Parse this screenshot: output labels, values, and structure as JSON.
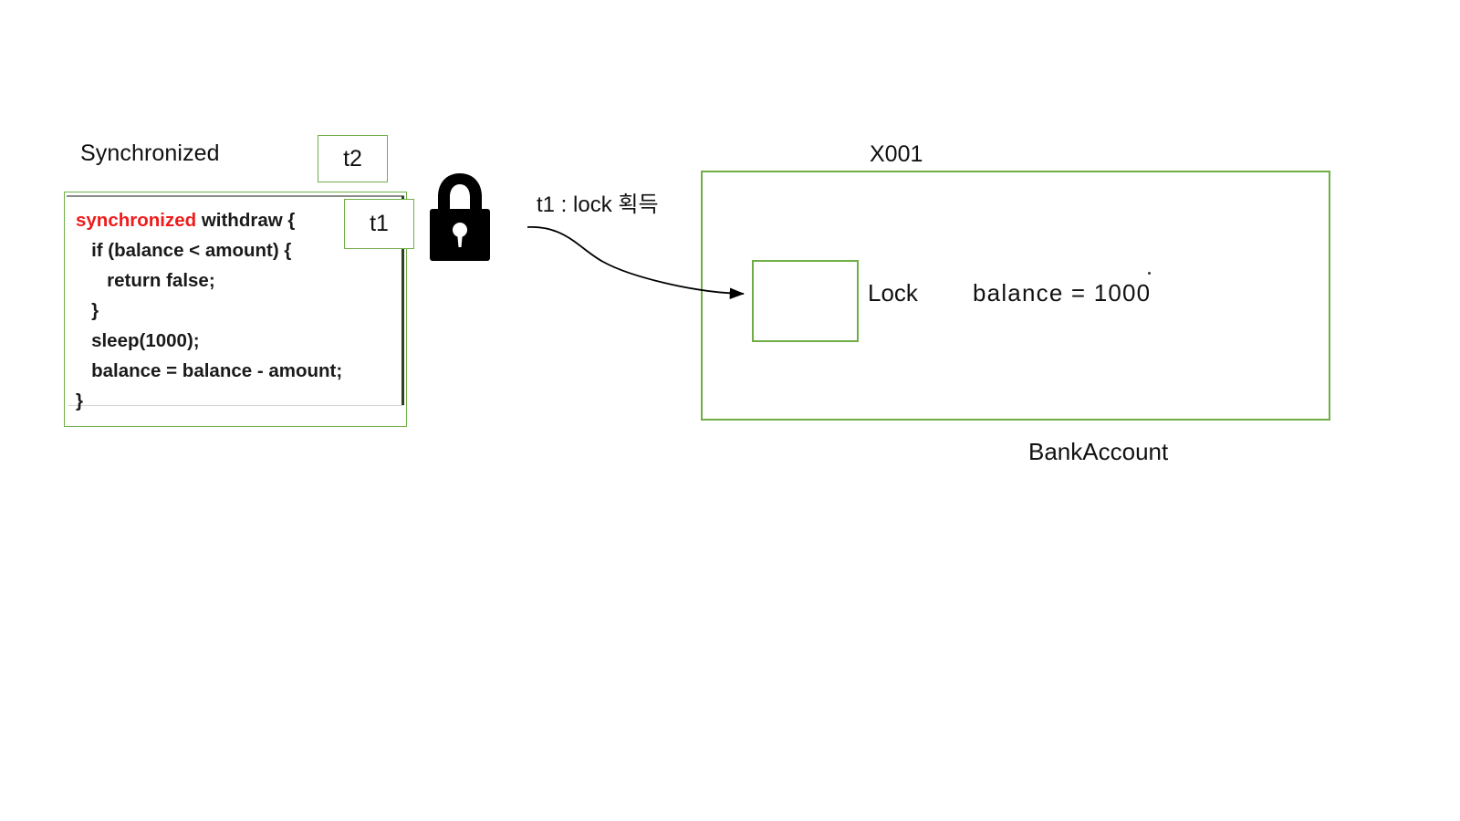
{
  "diagram": {
    "title_left": "Synchronized",
    "code_block": {
      "lines": [
        {
          "keyword": "synchronized",
          "rest": " withdraw {"
        },
        {
          "keyword": "",
          "rest": "   if (balance < amount) {"
        },
        {
          "keyword": "",
          "rest": "      return false;"
        },
        {
          "keyword": "",
          "rest": "   }"
        },
        {
          "keyword": "",
          "rest": "   sleep(1000);"
        },
        {
          "keyword": "",
          "rest": "   balance = balance - amount;"
        },
        {
          "keyword": "",
          "rest": "}"
        }
      ],
      "keyword_color": "#ee1c1c",
      "border_color": "#70AD47"
    },
    "threads": [
      {
        "id": "t2",
        "label": "t2"
      },
      {
        "id": "t1",
        "label": "t1"
      }
    ],
    "lock_icon_name": "padlock-closed-icon",
    "arrow": {
      "label": "t1 : lock 획득",
      "from": "t1-thread",
      "to": "lock-slot"
    },
    "object": {
      "id_label": "X001",
      "caption": "BankAccount",
      "lock_slot_label": "Lock",
      "field_name": "balance",
      "field_operator": "=",
      "field_value": "1000",
      "field_text": "balance  =  1000",
      "border_color": "#70AD47"
    }
  },
  "colors": {
    "green_border": "#70AD47",
    "keyword_red": "#ee1c1c",
    "text_black": "#111111",
    "background": "#ffffff"
  }
}
